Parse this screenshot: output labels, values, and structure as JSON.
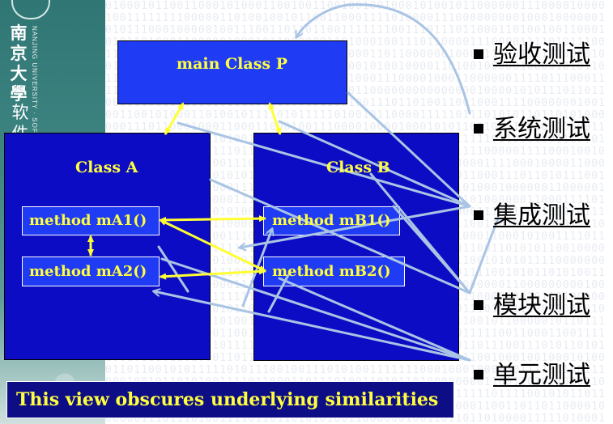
{
  "branding": {
    "university_cn": "南京大學",
    "university_en": "NANJING UNIVERSITY · SOFTWARE",
    "dept_cn": "软件"
  },
  "diagram": {
    "main_class": "main Class P",
    "class_a": "Class A",
    "class_b": "Class B",
    "method_a1": "method mA1()",
    "method_a2": "method mA2()",
    "method_b1": "method mB1()",
    "method_b2": "method mB2()"
  },
  "caption": "This view obscures underlying similarities",
  "test_levels": [
    "验收测试",
    "系统测试",
    "集成测试",
    "模块测试",
    "单元测试"
  ],
  "colors": {
    "box_dark": "#0c0cc4",
    "box_light": "#1f3bf3",
    "label_yellow": "#ffff40",
    "connector_blue": "#a9c4e4",
    "arrow_yellow": "#ffff33"
  }
}
